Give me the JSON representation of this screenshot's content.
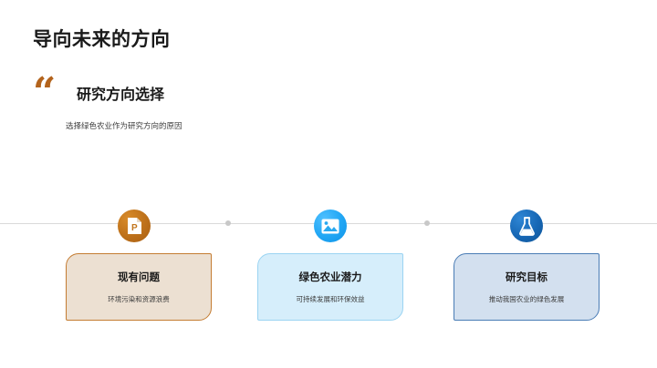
{
  "slide": {
    "title": "导向未来的方向",
    "background_color": "#ffffff"
  },
  "quote": {
    "mark_glyph": "“",
    "mark_color": "#b3631c",
    "heading": "研究方向选择",
    "subtitle": "选择绿色农业作为研究方向的原因"
  },
  "timeline": {
    "line_color": "#d9d9d9",
    "dot_color": "#c8c8c8",
    "dots": [
      "connector-dot-1",
      "connector-dot-2"
    ]
  },
  "nodes": [
    {
      "icon_name": "presentation-document-icon",
      "icon_color": "#c2751d",
      "title": "现有问题",
      "subtitle": "环境污染和资源浪费",
      "card_fill": "#ece0d2",
      "card_border": "#c47c32"
    },
    {
      "icon_name": "image-photo-icon",
      "icon_color": "#23a8f5",
      "title": "绿色农业潜力",
      "subtitle": "可持续发展和环保效益",
      "card_fill": "#d6eefb",
      "card_border": "#9bd4f2"
    },
    {
      "icon_name": "flask-beaker-icon",
      "icon_color": "#1667b5",
      "title": "研究目标",
      "subtitle": "推动我国农业的绿色发展",
      "card_fill": "#d3e0ef",
      "card_border": "#4a7cb5"
    }
  ]
}
